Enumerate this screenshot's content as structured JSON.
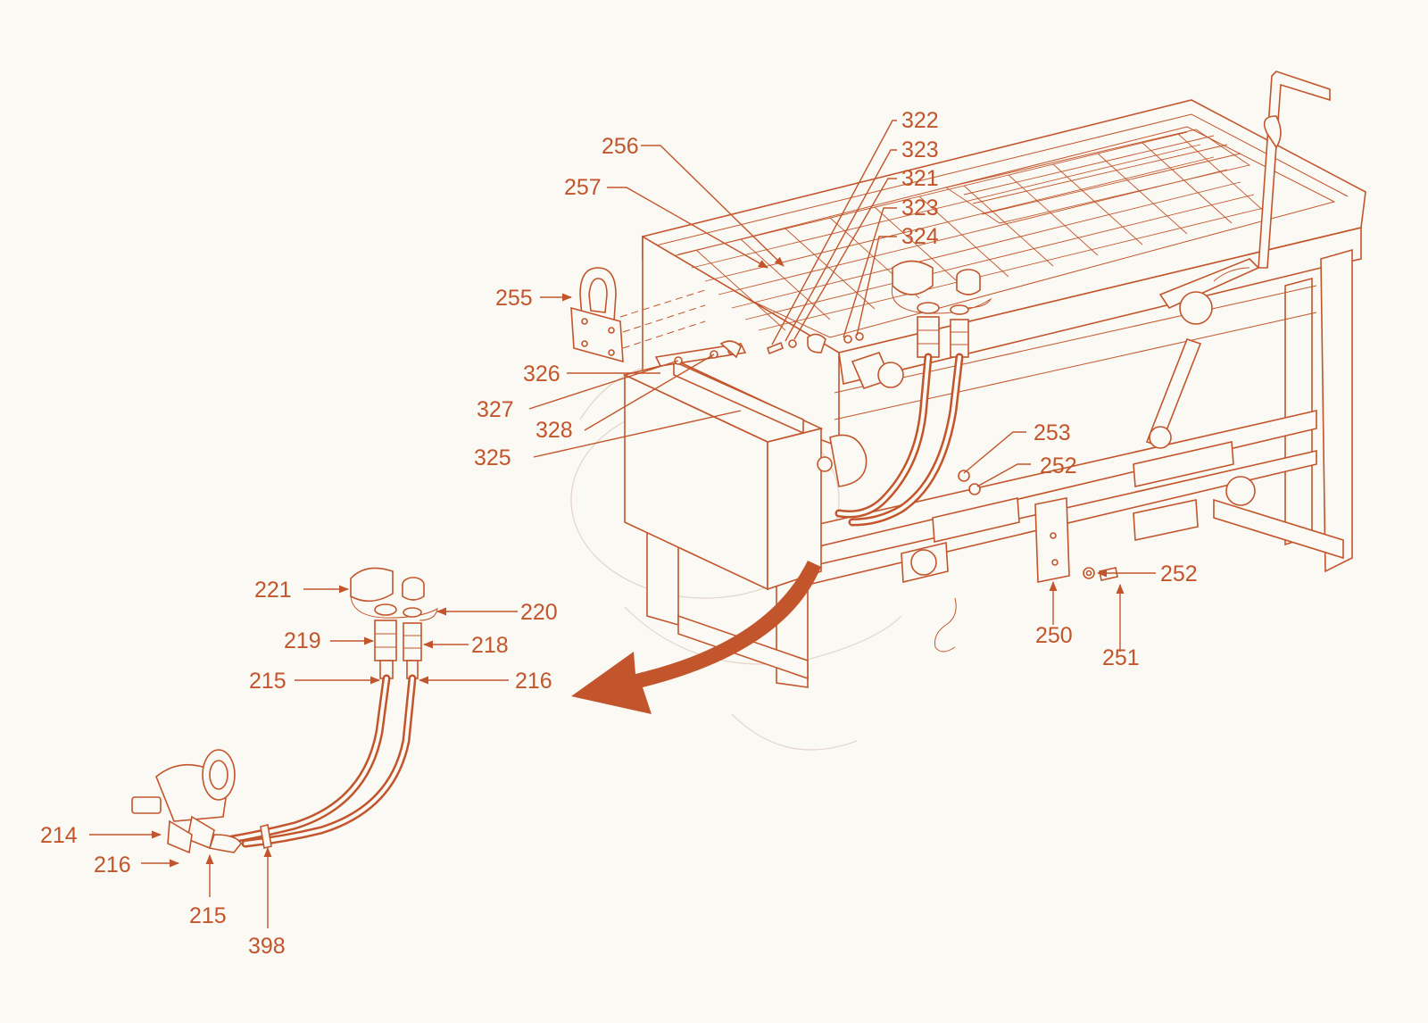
{
  "colors": {
    "accent": "#c2552b",
    "background": "#fbf9f4"
  },
  "callouts": {
    "c256": "256",
    "c257": "257",
    "c255": "255",
    "c322": "322",
    "c323a": "323",
    "c321": "321",
    "c323b": "323",
    "c324": "324",
    "c326": "326",
    "c327": "327",
    "c328": "328",
    "c325": "325",
    "c253": "253",
    "c252a": "252",
    "c252b": "252",
    "c250": "250",
    "c251": "251",
    "c221": "221",
    "c220": "220",
    "c219": "219",
    "c218": "218",
    "c215a": "215",
    "c216a": "216",
    "c214": "214",
    "c216b": "216",
    "c215b": "215",
    "c398": "398"
  }
}
